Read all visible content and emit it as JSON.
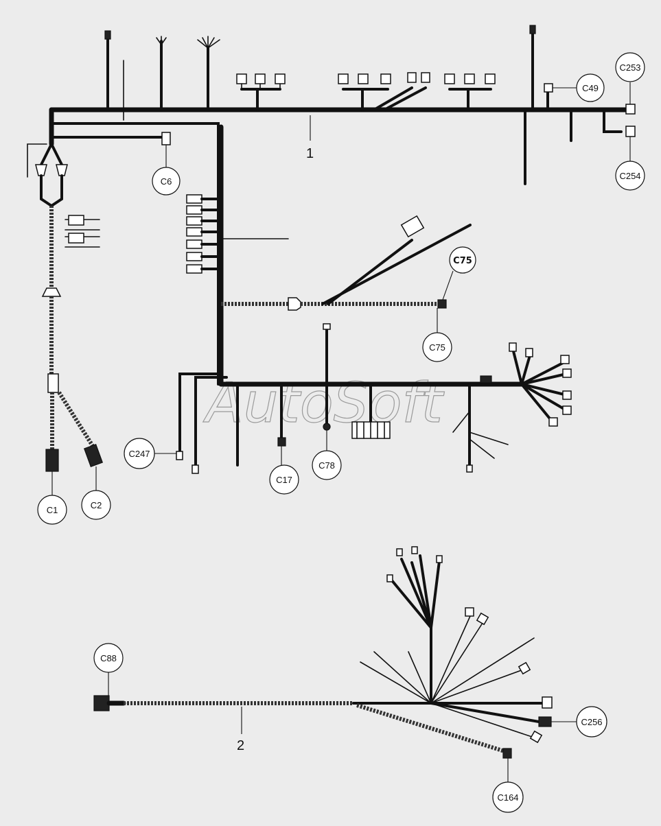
{
  "watermark": "AutoSoft",
  "harness_numbers": [
    "1",
    "2"
  ],
  "callouts": {
    "c253": "C253",
    "c49": "C49",
    "c254": "C254",
    "c6": "C6",
    "c75_top": "C75",
    "c75": "C75",
    "c247": "C247",
    "c17": "C17",
    "c78": "C78",
    "c1": "C1",
    "c2": "C2",
    "c88": "C88",
    "c256": "C256",
    "c164": "C164"
  }
}
